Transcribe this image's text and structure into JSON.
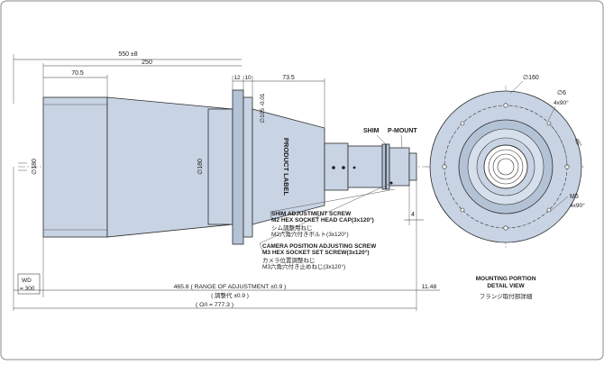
{
  "dimensions": {
    "overall_550": "550 ±8",
    "length_250": "250",
    "length_70_5": "70.5",
    "length_12": "12",
    "length_10": "10",
    "length_73_5": "73.5",
    "dia_180_left": "∅180",
    "dia_180_mid": "∅180",
    "dia_105": "∅105 -0.01",
    "dia_160": "∅160",
    "dia_6": "∅6",
    "qty_4x90": "4x90°",
    "angle_45": "45°",
    "thread_m5": "M5",
    "qty_m5": "4x90°",
    "gap_4": "4",
    "wd_label": "WD",
    "wd_value": "= 300",
    "range": "465.8 ( RANGE OF ADJUSTMENT ±0.9 )",
    "range_jp": "( 調整代 ±0.9 )",
    "flange": "11.48",
    "oi": "( O/I = 777.3 )"
  },
  "labels": {
    "product_label": "PRODUCT LABEL",
    "shim": "SHIM",
    "pmount": "P-MOUNT",
    "shim_screw_1": "SHIM ADJUSTMENT SCREW",
    "shim_screw_2": "M2 HEX SOCKET HEAD CAP(3x120°)",
    "shim_screw_jp1": "シム調整用ねじ",
    "shim_screw_jp2": "M2六角穴付きボルト(3x120°)",
    "cam_screw_1": "CAMERA POSITION ADJUSTING SCREW",
    "cam_screw_2": "M3 HEX SOCKET SET SCREW(3x120°)",
    "cam_screw_jp1": "カメラ位置調整ねじ",
    "cam_screw_jp2": "M3六角穴付き止めねじ(3x120°)",
    "mounting_1": "MOUNTING PORTION",
    "mounting_2": "DETAIL VIEW",
    "mounting_jp": "フランジ取付部詳細"
  }
}
